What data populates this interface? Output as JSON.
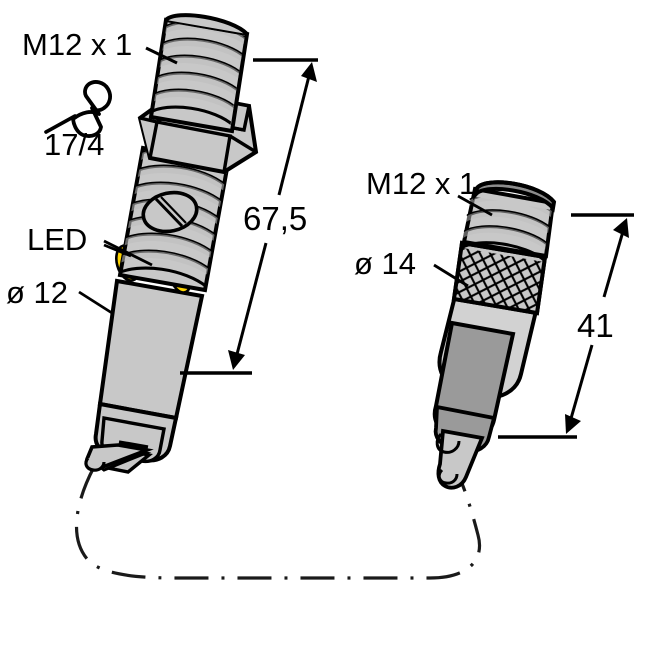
{
  "drawing": {
    "type": "technical-product-drawing",
    "subject": "M12 inductive proximity sensor with M12 connector cordset",
    "background_color": "#ffffff",
    "line_color": "#000000"
  },
  "colors": {
    "body_light": "#c8c8c8",
    "body_mid": "#b4b4b4",
    "body_pale": "#d2d2d2",
    "body_dark": "#9a9a9a",
    "thread_shade": "#bdbdbd",
    "cap_dark": "#8c8c8c",
    "led_yellow": "#ffd500",
    "dot_gray": "#8a8a8a",
    "outline": "#000000"
  },
  "sensor": {
    "name": "proximity-sensor",
    "labels": {
      "thread": "M12 x 1",
      "wrench_size": "17/4",
      "led": "LED",
      "diameter": "ø 12"
    },
    "dimension": {
      "name": "overall-length",
      "value": "67,5"
    },
    "icons": {
      "wrench": "wrench-icon"
    },
    "leds": [
      {
        "name": "led-indicator-left",
        "color": "#ffd500"
      },
      {
        "name": "led-indicator-right",
        "color": "#ffd500"
      }
    ],
    "dot": {
      "name": "sensor-face-dot",
      "color": "#8a8a8a"
    }
  },
  "connector": {
    "name": "m12-connector",
    "labels": {
      "thread": "M12 x 1",
      "diameter": "ø 14"
    },
    "dimension": {
      "name": "connector-length",
      "value": "41"
    }
  },
  "cable": {
    "name": "cable-run",
    "style": "dash-dot",
    "visible": true
  }
}
